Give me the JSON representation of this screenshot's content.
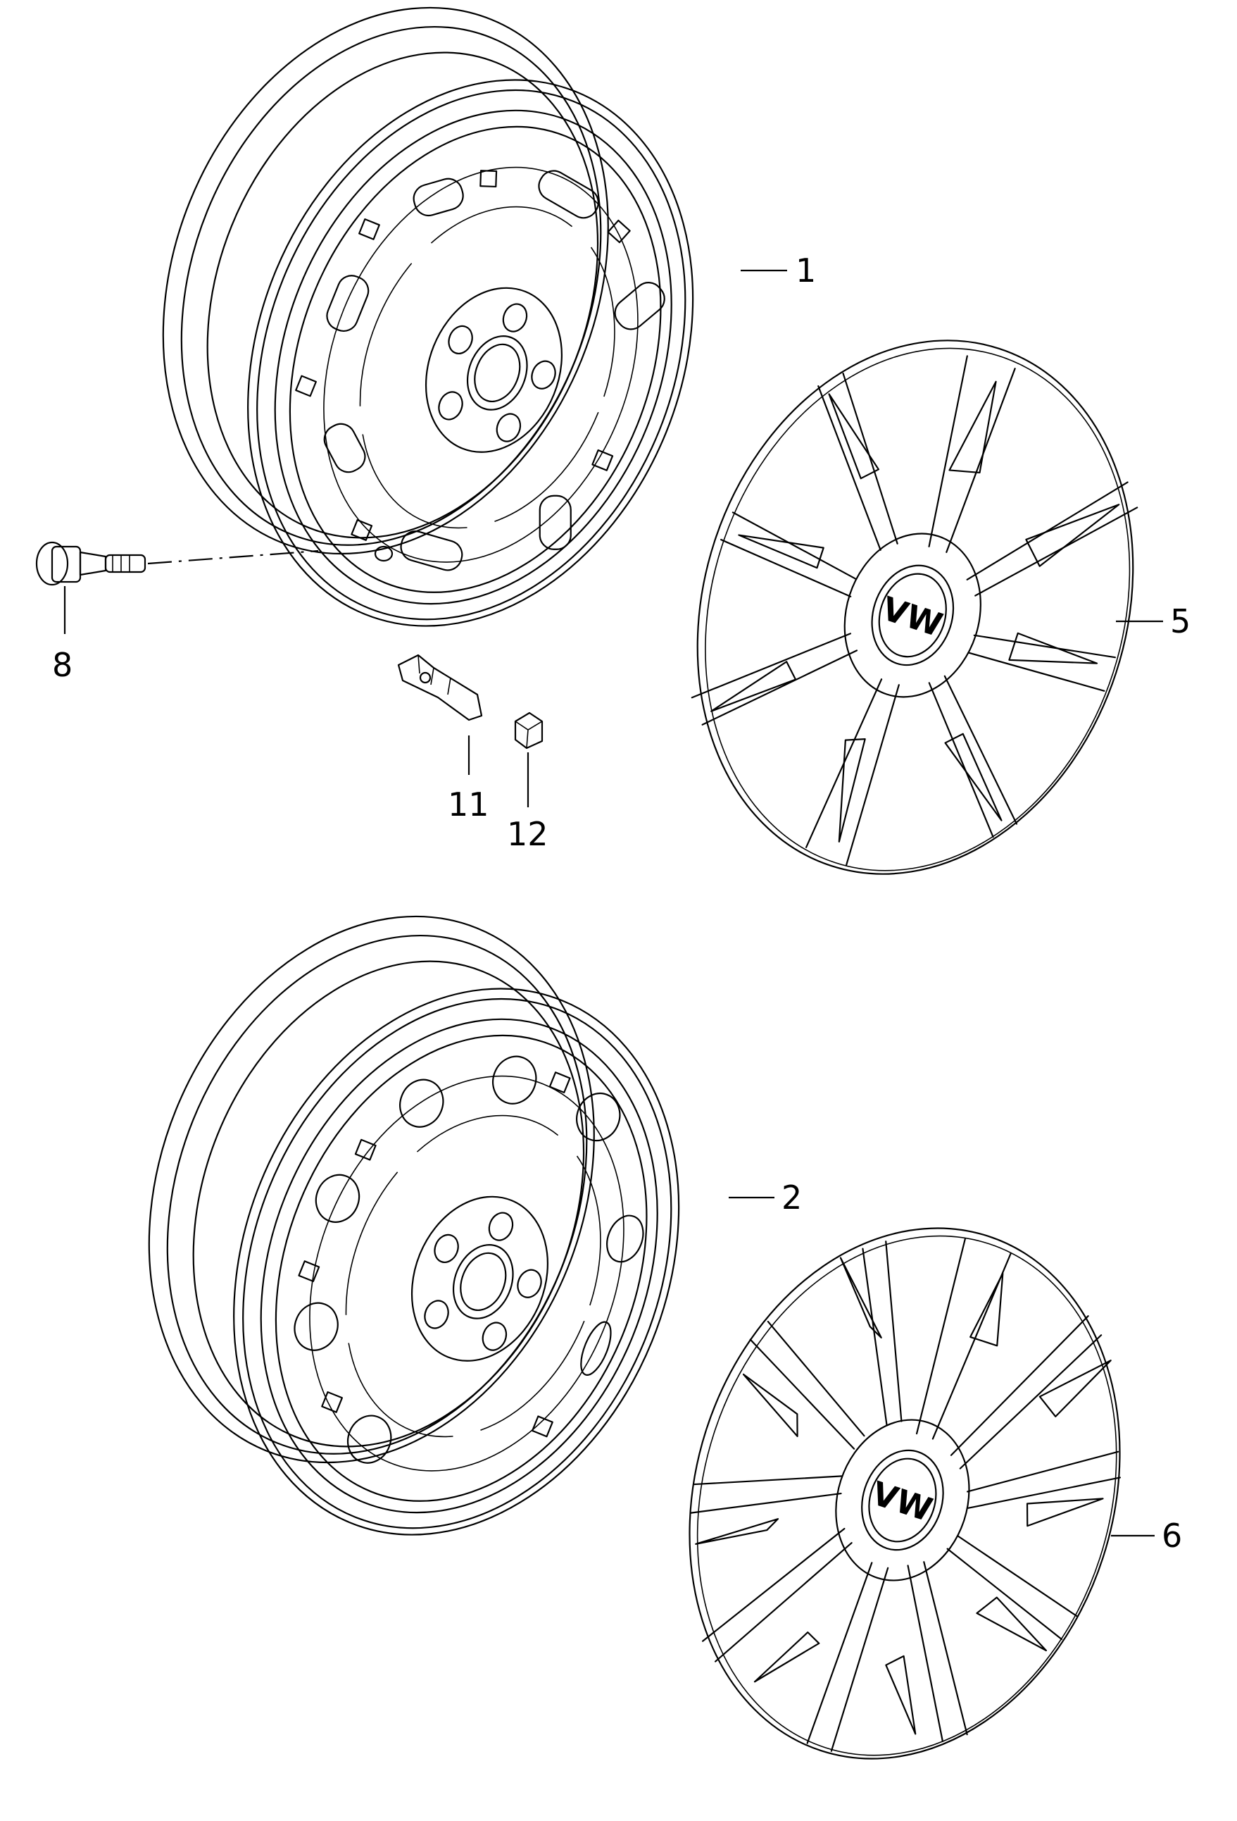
{
  "callouts": {
    "p1": "1",
    "p2": "2",
    "p5": "5",
    "p6": "6",
    "p8": "8",
    "p11": "11",
    "p12": "12"
  },
  "colors": {
    "ink": "#000000",
    "paper": "#ffffff"
  },
  "logo": "VW"
}
